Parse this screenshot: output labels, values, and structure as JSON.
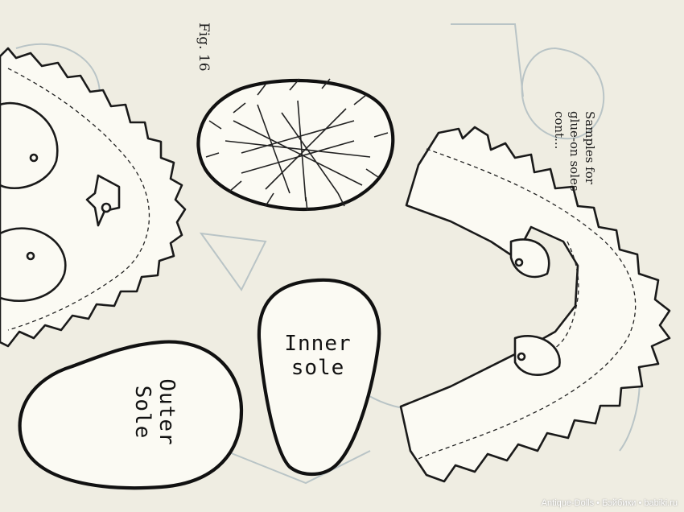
{
  "caption": {
    "line1": "Samples for",
    "line2": "glue-on soles",
    "line3": "cont..."
  },
  "figure_label": "Fig. 16",
  "labels": {
    "inner_line1": "Inner",
    "inner_line2": "sole",
    "outer_line1": "Outer",
    "outer_line2": "Sole"
  },
  "watermark": "Antique-Dolls • Бэйбики • babiki.ru",
  "colors": {
    "paper": "#efede2",
    "ink": "#1a1a1a",
    "bleed": "#b9c4c6"
  }
}
